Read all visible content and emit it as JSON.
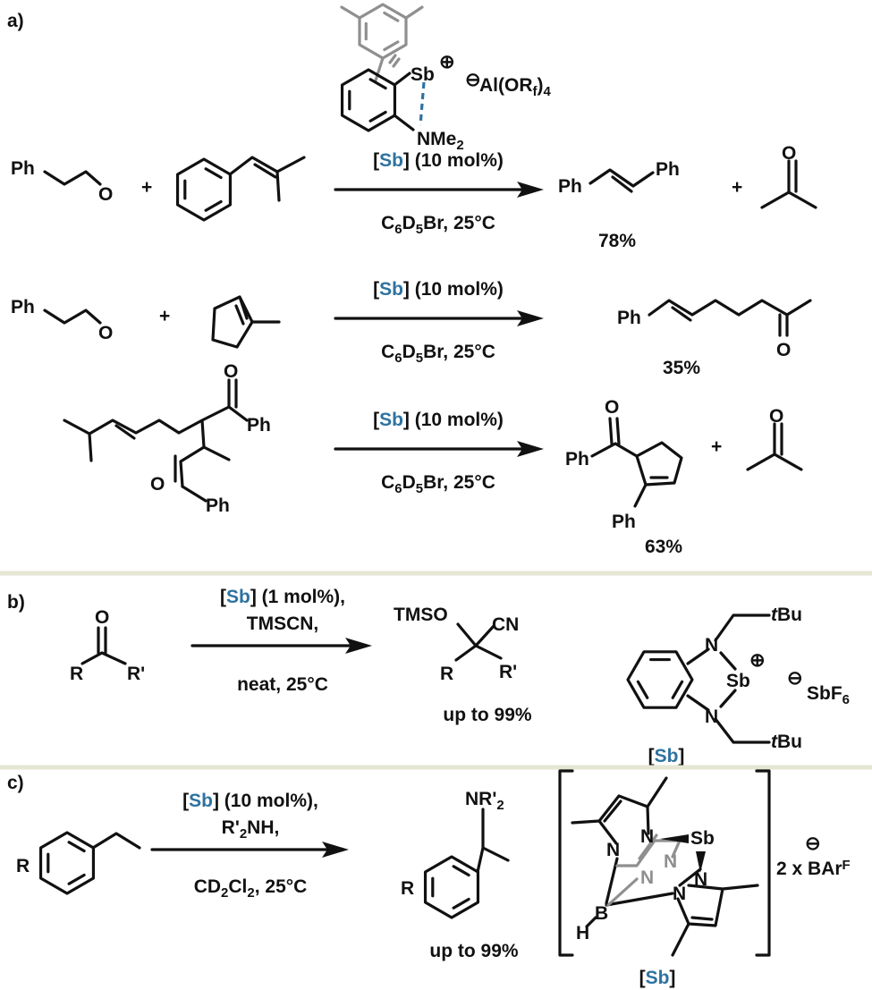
{
  "colors": {
    "text": "#111111",
    "accent": "#2e72a0",
    "gray": "#8f8f8f",
    "separator": "#e6e6d4"
  },
  "a": {
    "label": "a)",
    "catalyst": {
      "sb": "Sb",
      "plus": "⊕",
      "minus": "⊖",
      "anion": [
        {
          "t": "Al(OR"
        },
        {
          "t": "f",
          "sub": true
        },
        {
          "t": ")"
        },
        {
          "t": "4",
          "sub": true
        }
      ],
      "nme2": [
        {
          "t": "NMe"
        },
        {
          "t": "2",
          "sub": true
        }
      ]
    },
    "rxn1": {
      "reagent": [
        {
          "t": "["
        },
        {
          "t": "Sb",
          "c": "accent"
        },
        {
          "t": "] (10 mol%)"
        }
      ],
      "conditions": [
        {
          "t": "C"
        },
        {
          "t": "6",
          "sub": true
        },
        {
          "t": "D"
        },
        {
          "t": "5",
          "sub": true
        },
        {
          "t": "Br, 25°C"
        }
      ],
      "ph": "Ph",
      "o": "O",
      "plus": "+",
      "yield": "78%"
    },
    "rxn2": {
      "reagent": [
        {
          "t": "["
        },
        {
          "t": "Sb",
          "c": "accent"
        },
        {
          "t": "] (10 mol%)"
        }
      ],
      "conditions": [
        {
          "t": "C"
        },
        {
          "t": "6",
          "sub": true
        },
        {
          "t": "D"
        },
        {
          "t": "5",
          "sub": true
        },
        {
          "t": "Br, 25°C"
        }
      ],
      "ph": "Ph",
      "o": "O",
      "plus": "+",
      "yield": "35%"
    },
    "rxn3": {
      "reagent": [
        {
          "t": "["
        },
        {
          "t": "Sb",
          "c": "accent"
        },
        {
          "t": "] (10 mol%)"
        }
      ],
      "conditions": [
        {
          "t": "C"
        },
        {
          "t": "6",
          "sub": true
        },
        {
          "t": "D"
        },
        {
          "t": "5",
          "sub": true
        },
        {
          "t": "Br, 25°C"
        }
      ],
      "ph": "Ph",
      "o": "O",
      "plus": "+",
      "yield": "63%"
    }
  },
  "b": {
    "label": "b)",
    "reagent1": [
      {
        "t": "["
      },
      {
        "t": "Sb",
        "c": "accent"
      },
      {
        "t": "] (1 mol%),"
      }
    ],
    "reagent2": "TMSCN,",
    "conditions": "neat, 25°C",
    "o": "O",
    "r": "R",
    "rp": "R'",
    "tmso": "TMSO",
    "cn": "CN",
    "yield": "up to 99%",
    "catalyst": {
      "n": "N",
      "sb": "Sb",
      "plus": "⊕",
      "minus": "⊖",
      "anion": [
        {
          "t": "SbF"
        },
        {
          "t": "6",
          "sub": true
        }
      ],
      "tbu": [
        {
          "t": "t",
          "i": true
        },
        {
          "t": "Bu"
        }
      ],
      "tag": [
        {
          "t": "["
        },
        {
          "t": "Sb",
          "c": "accent"
        },
        {
          "t": "]"
        }
      ]
    }
  },
  "c": {
    "label": "c)",
    "reagent1": [
      {
        "t": "["
      },
      {
        "t": "Sb",
        "c": "accent"
      },
      {
        "t": "] (10 mol%),"
      }
    ],
    "reagent2": [
      {
        "t": "R'"
      },
      {
        "t": "2",
        "sub": true
      },
      {
        "t": "NH,"
      }
    ],
    "conditions": [
      {
        "t": "CD"
      },
      {
        "t": "2",
        "sub": true
      },
      {
        "t": "Cl"
      },
      {
        "t": "2",
        "sub": true
      },
      {
        "t": ", 25°C"
      }
    ],
    "r": "R",
    "nr2": [
      {
        "t": "NR'"
      },
      {
        "t": "2",
        "sub": true
      }
    ],
    "yield": "up to 99%",
    "catalyst": {
      "n": "N",
      "sb": "Sb",
      "b": "B",
      "h": "H",
      "minus": "⊖",
      "counter": [
        {
          "t": "2 x BAr"
        },
        {
          "t": "F",
          "sup": true
        }
      ],
      "tag": [
        {
          "t": "["
        },
        {
          "t": "Sb",
          "c": "accent"
        },
        {
          "t": "]"
        }
      ]
    }
  }
}
